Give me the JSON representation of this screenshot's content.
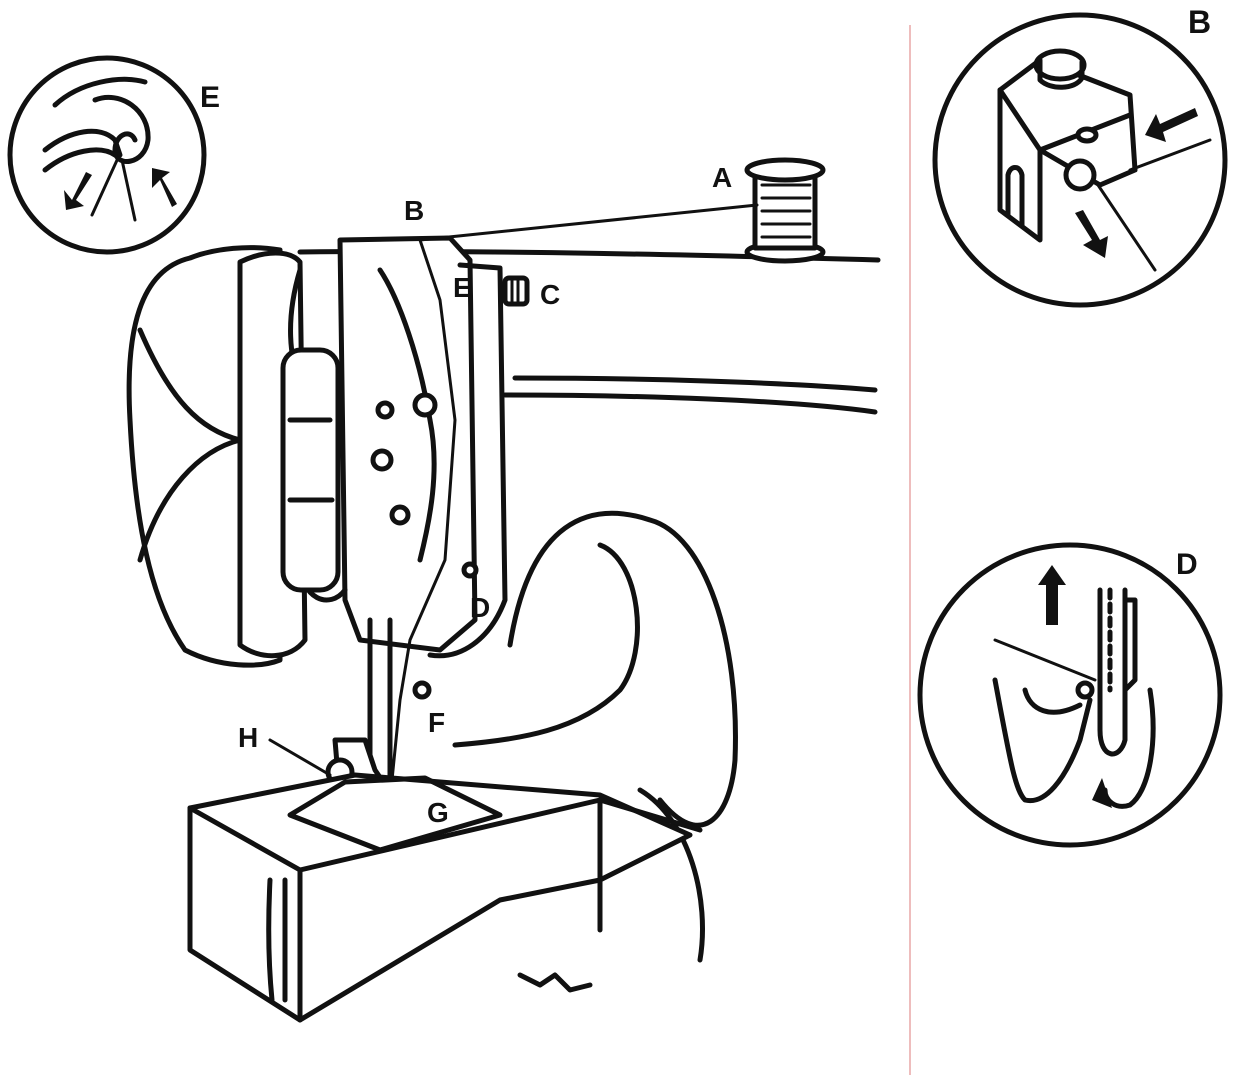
{
  "diagram": {
    "labels": {
      "A": "A",
      "B": "B",
      "C": "C",
      "D": "D",
      "E": "E",
      "F": "F",
      "G": "G",
      "H": "H"
    },
    "insets": {
      "E": "E",
      "B": "B",
      "D": "D"
    },
    "colors": {
      "ink": "#111111",
      "divider": "#e8a7a7",
      "background": "#ffffff"
    }
  }
}
